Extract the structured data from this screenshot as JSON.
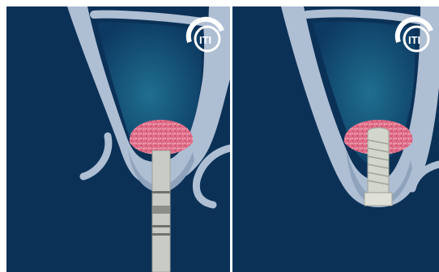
{
  "logo": {
    "text": "ITI"
  },
  "colors": {
    "background": "#0b3157",
    "bone_outline": "#aebed3",
    "sinus_glow": "#1d6f8f",
    "graft_pink": "#e2708a",
    "implant_gray": "#c9ccc5",
    "logo_white": "#ffffff"
  },
  "panels": [
    {
      "name": "osteotome-technique",
      "instrument": "osteotome"
    },
    {
      "name": "implant-placed",
      "instrument": "implant"
    }
  ]
}
